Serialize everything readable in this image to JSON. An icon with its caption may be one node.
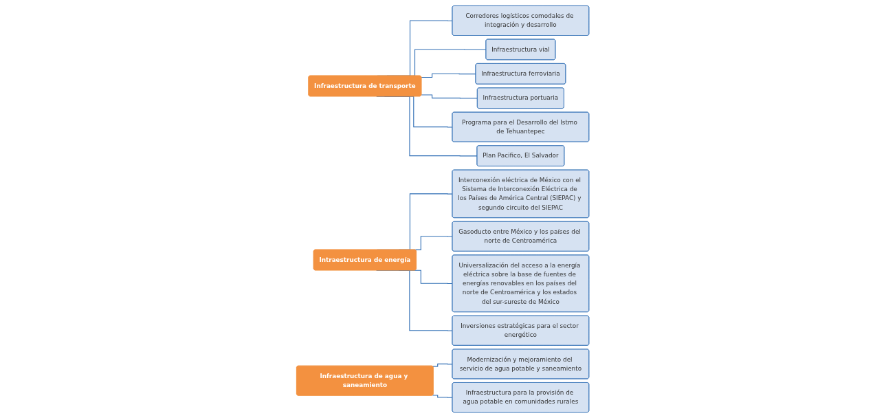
{
  "diagram": {
    "nodes": [
      {
        "text": [
          "Infraestructura de transporte"
        ]
      },
      {
        "text": [
          "Corredores logísticos comodales de integración y desarrollo"
        ]
      },
      {
        "text": [
          "Infraestructura vial"
        ]
      },
      {
        "text": [
          "Infraestructura ferroviaria"
        ]
      },
      {
        "text": [
          "Infraestructura portuaria"
        ]
      },
      {
        "text": [
          "Programa para el Desarrollo del Istmo de Tehuantepec"
        ]
      },
      {
        "text": [
          "Plan Pacifico, El Salvador"
        ]
      },
      {
        "text": [
          "Intraestructura de energía"
        ]
      },
      {
        "text": [
          "Interconexión eléctrica de México con el Sistema de Interconexión Eléctrica de los Países de América Central (SIEPAC) y segundo circuito del SIEPAC"
        ]
      },
      {
        "text": [
          "Gasoducto entre México y los países del norte de Centroamérica"
        ]
      },
      {
        "text": [
          "Universalización del acceso a la energía eléctrica sobre la base de fuentes de energías renovables en los países del norte de Centroamérica y los estados del sur-sureste de México"
        ]
      },
      {
        "text": [
          "Inversiones estratégicas para el sector energético"
        ]
      },
      {
        "text": [
          "Infraestructura de agua y saneamiento"
        ]
      },
      {
        "text": [
          "Modernización y mejoramiento del servicio de agua potable y saneamiento"
        ]
      },
      {
        "text": [
          "Infraestructura para la provisión de agua potable en comunidades rurales"
        ]
      }
    ],
    "edges": [
      {
        "from": 0,
        "to": 1,
        "arrow": "none"
      },
      {
        "from": 0,
        "to": 2,
        "arrow": "none"
      },
      {
        "from": 0,
        "to": 3,
        "arrow": "none"
      },
      {
        "from": 0,
        "to": 4,
        "arrow": "none"
      },
      {
        "from": 0,
        "to": 5,
        "arrow": "none"
      },
      {
        "from": 0,
        "to": 6,
        "arrow": "none"
      },
      {
        "from": 7,
        "to": 8,
        "arrow": "none"
      },
      {
        "from": 7,
        "to": 9,
        "arrow": "none"
      },
      {
        "from": 7,
        "to": 10,
        "arrow": "none"
      },
      {
        "from": 7,
        "to": 11,
        "arrow": "none"
      },
      {
        "from": 12,
        "to": 13,
        "arrow": "none"
      },
      {
        "from": 12,
        "to": 14,
        "arrow": "none"
      }
    ]
  }
}
